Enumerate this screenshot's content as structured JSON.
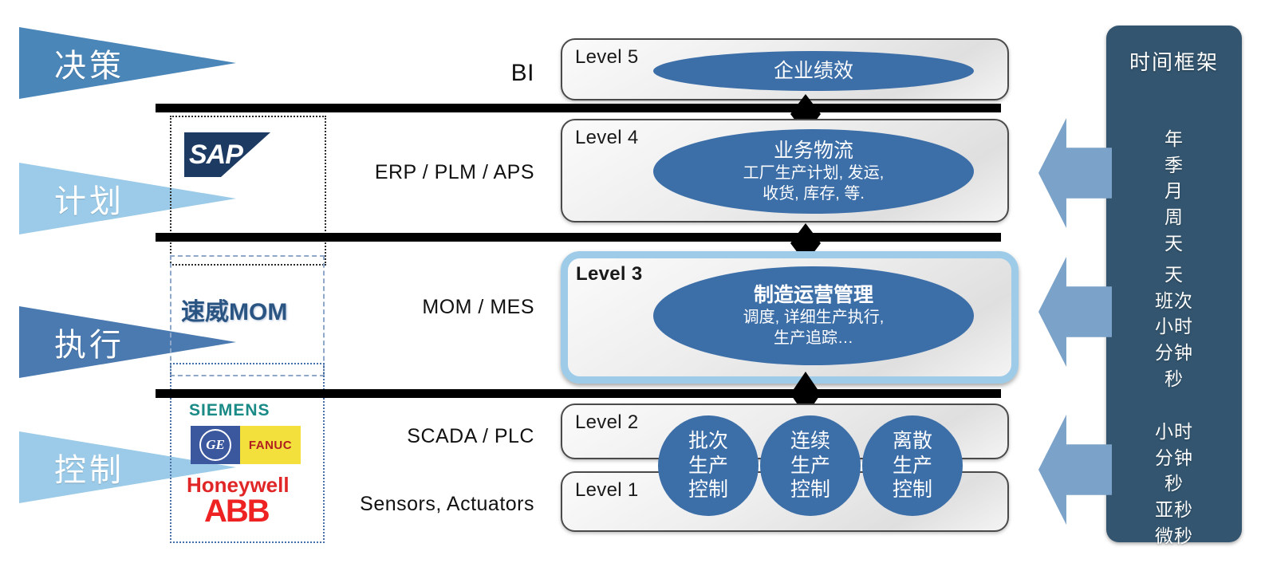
{
  "pennants": [
    {
      "label": "决策",
      "color": "#4a86b8"
    },
    {
      "label": "计划",
      "color": "#9bcbe8"
    },
    {
      "label": "执行",
      "color": "#4a7ab0"
    },
    {
      "label": "控制",
      "color": "#9bcbe8"
    }
  ],
  "vendor_logos": {
    "sap": "SAP",
    "mom": "速威MOM",
    "siemens": "SIEMENS",
    "ge": "GE",
    "fanuc": "FANUC",
    "honeywell": "Honeywell",
    "abb": "ABB"
  },
  "tech_labels": [
    "BI",
    "ERP / PLM / APS",
    "MOM / MES",
    "SCADA  / PLC",
    "Sensors, Actuators"
  ],
  "levels": [
    {
      "tag": "Level 5",
      "title": "企业绩效",
      "sub": [],
      "highlight": false
    },
    {
      "tag": "Level 4",
      "title": "业务物流",
      "sub": [
        "工厂生产计划, 发运,",
        "收货, 库存, 等."
      ],
      "highlight": false
    },
    {
      "tag": "Level 3",
      "title": "制造运营管理",
      "sub": [
        "调度, 详细生产执行,",
        "生产追踪…"
      ],
      "highlight": true
    },
    {
      "tag": "Level 2",
      "title": "",
      "sub": [],
      "highlight": false
    },
    {
      "tag": "Level 1",
      "title": "",
      "sub": [],
      "highlight": false
    }
  ],
  "control_circles": [
    {
      "lines": [
        "批次",
        "生产",
        "控制"
      ]
    },
    {
      "lines": [
        "连续",
        "生产",
        "控制"
      ]
    },
    {
      "lines": [
        "离散",
        "生产",
        "控制"
      ]
    }
  ],
  "timeframe": {
    "title": "时间框架",
    "groups": [
      {
        "lines": [
          "年",
          "季",
          "月",
          "周",
          "天"
        ]
      },
      {
        "lines": [
          "天",
          "班次",
          "小时",
          "分钟",
          "秒"
        ]
      },
      {
        "lines": [
          "小时",
          "分钟",
          "秒",
          "亚秒",
          "微秒"
        ]
      }
    ]
  },
  "colors": {
    "ellipse_blue": "#3c6ea8",
    "panel_blue": "#33556f",
    "arrow_blue": "#7ba2c8",
    "highlight_border": "#9dcbe8",
    "light_pennant": "#9bcbe8",
    "mid_pennant": "#4a86b8",
    "dark_pennant": "#4a7ab0"
  }
}
